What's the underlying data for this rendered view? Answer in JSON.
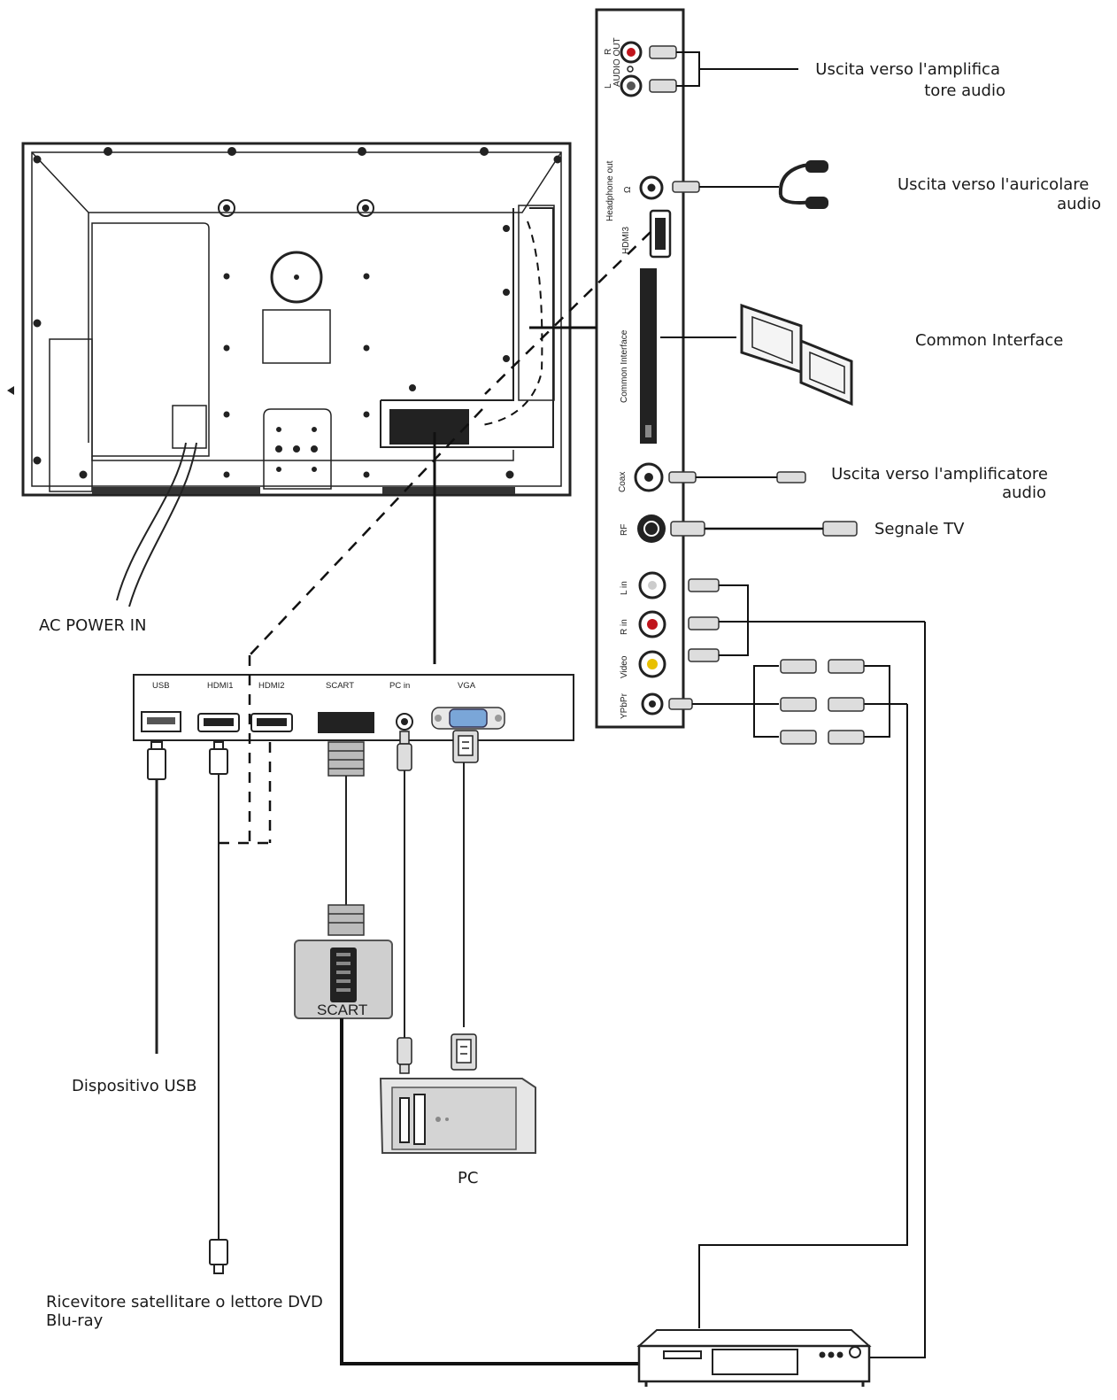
{
  "labels": {
    "amp_out_1_line1": "Uscita verso l'amplifica",
    "amp_out_1_line2": "tore audio",
    "headphone_line1": "Uscita verso l'auricolare",
    "headphone_line2": "audio",
    "common_interface": "Common Interface",
    "amp_out_2_line1": "Uscita verso l'amplificatore",
    "amp_out_2_line2": "audio",
    "tv_signal": "Segnale TV",
    "ac_power": "AC POWER IN",
    "usb_device": "Dispositivo USB",
    "pc": "PC",
    "receiver_line1": "Ricevitore satellitare o lettore DVD",
    "receiver_line2": "Blu-ray"
  },
  "side_panel": {
    "audio_out": "AUDIO OUT",
    "audio_r": "R",
    "audio_l": "L",
    "headphone_out": "Headphone out",
    "hdmi3": "HDMI3",
    "common_interface": "Common Interface",
    "coax": "Coax",
    "rf": "RF",
    "l_in": "L in",
    "r_in": "R in",
    "video": "Video",
    "ypbpr": "YPbPr"
  },
  "bottom_panel": {
    "usb": "USB",
    "hdmi1": "HDMI1",
    "hdmi2": "HDMI2",
    "scart": "SCART",
    "pc_in": "PC in",
    "vga": "VGA"
  },
  "scart_box": "SCART",
  "colors": {
    "line": "#111111",
    "red": "#c0141c",
    "yellow": "#e8c000",
    "panel_gray": "#cfcfcf"
  }
}
